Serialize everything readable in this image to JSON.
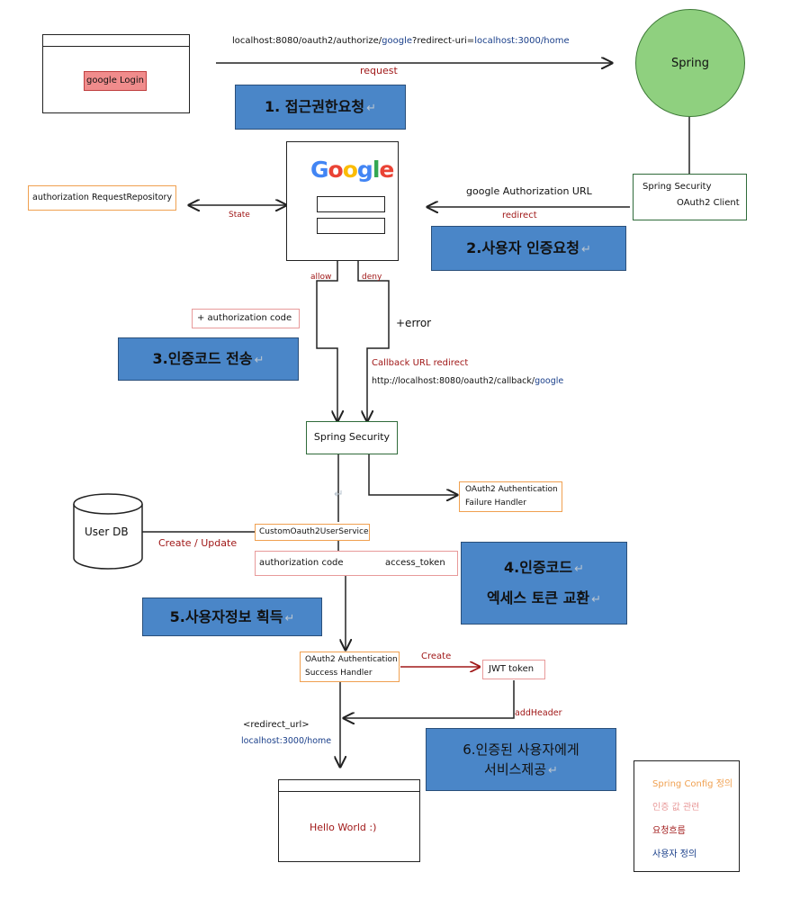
{
  "step1": {
    "label": "1. 접근권한요청",
    "mark": "↵"
  },
  "step2": {
    "label": "2.사용자 인증요청",
    "mark": "↵"
  },
  "step3": {
    "label": "3.인증코드 전송",
    "mark": "↵"
  },
  "step4": {
    "line1": "4.인증코드",
    "line2": "엑세스 토큰 교환",
    "mark": "↵"
  },
  "step5": {
    "label": "5.사용자정보 획득",
    "mark": "↵"
  },
  "step6": {
    "line1": "6.인증된 사용자에게",
    "line2": "서비스제공",
    "mark": "↵"
  },
  "login_window": {
    "button": "google Login"
  },
  "request_url": {
    "part1": "localhost:8080/oauth2/authorize/",
    "google": "google",
    "part2": "?redirect-uri=",
    "host": "localhost:3000/home",
    "caption": "request"
  },
  "spring": {
    "label": "Spring"
  },
  "spring_security_client": {
    "line1": "Spring Security",
    "line2": "OAuth2 Client"
  },
  "google_logo": {
    "letters": [
      "G",
      "o",
      "o",
      "g",
      "l",
      "e"
    ],
    "colors": [
      "#4285f4",
      "#ea4335",
      "#fbbc05",
      "#4285f4",
      "#34a853",
      "#ea4335"
    ]
  },
  "auth_url": {
    "label": "google Authorization URL",
    "caption": "redirect"
  },
  "auth_repo": {
    "label": "authorization RequestRepository",
    "caption": "State"
  },
  "allow": "allow",
  "deny": "deny",
  "auth_code_tag": "+ authorization code",
  "error_tag": "+error",
  "callback": {
    "title": "Callback URL redirect",
    "url": "http://localhost:8080/oauth2/callback/",
    "google": "google"
  },
  "spring_security": "Spring Security",
  "failure_handler": {
    "line1": "OAuth2 Authentication",
    "line2": "Failure Handler"
  },
  "user_db": "User DB",
  "create_update": "Create / Update",
  "custom_service": "CustomOauth2UserService",
  "code_exchange": {
    "left": "authorization code",
    "right": "access_token"
  },
  "success_handler": {
    "line1": "OAuth2 Authentication",
    "line2": "Success Handler"
  },
  "create": "Create",
  "jwt": "JWT token",
  "add_header": "addHeader",
  "redirect_url": {
    "label": "<redirect_url>",
    "host": "localhost:3000/home"
  },
  "hello": "Hello World :)",
  "legend": {
    "items": [
      {
        "text": "Spring Config 정의",
        "color": "#f0a050"
      },
      {
        "text": "인증 값 관련",
        "color": "#e89a9a"
      },
      {
        "text": "요청흐름",
        "color": "#a01818"
      },
      {
        "text": "사용자 정의",
        "color": "#1a3f8a"
      }
    ]
  }
}
